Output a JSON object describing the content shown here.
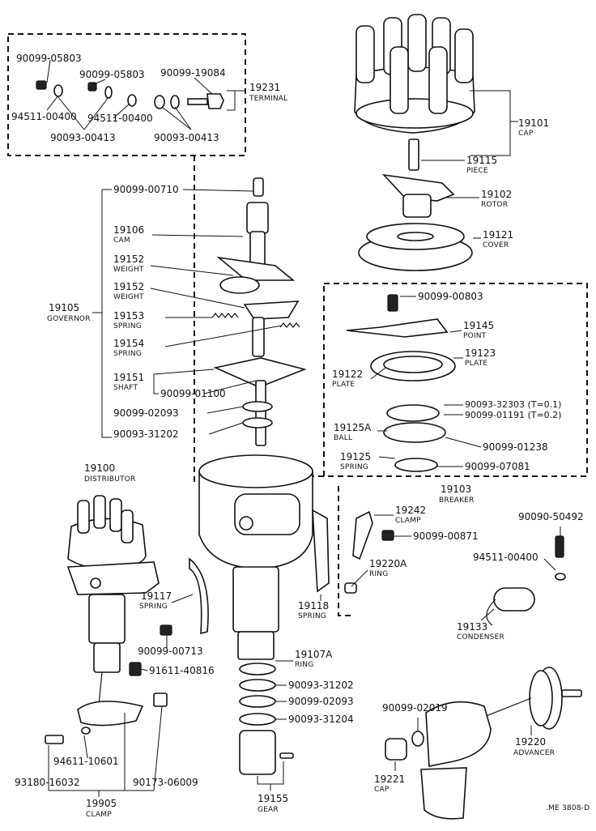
{
  "diagram": {
    "ref_code": ".ME 3808-D",
    "labels": {
      "terminal": {
        "num": "19231",
        "name": "TERMINAL"
      },
      "cap": {
        "num": "19101",
        "name": "CAP"
      },
      "piece": {
        "num": "19115",
        "name": "PIECE"
      },
      "rotor": {
        "num": "19102",
        "name": "ROTOR"
      },
      "cover": {
        "num": "19121",
        "name": "COVER"
      },
      "governor": {
        "num": "19105",
        "name": "GOVERNOR"
      },
      "cam": {
        "num": "19106",
        "name": "CAM"
      },
      "weight1": {
        "num": "19152",
        "name": "WEIGHT"
      },
      "weight2": {
        "num": "19152",
        "name": "WEIGHT"
      },
      "spring1": {
        "num": "19153",
        "name": "SPRING"
      },
      "spring2": {
        "num": "19154",
        "name": "SPRING"
      },
      "shaft": {
        "num": "19151",
        "name": "SHAFT"
      },
      "point": {
        "num": "19145",
        "name": "POINT"
      },
      "plate1": {
        "num": "19123",
        "name": "PLATE"
      },
      "plate2": {
        "num": "19122",
        "name": "PLATE"
      },
      "ball": {
        "num": "19125A",
        "name": "BALL"
      },
      "spring3": {
        "num": "19125",
        "name": "SPRING"
      },
      "breaker": {
        "num": "19103",
        "name": "BREAKER"
      },
      "distributor": {
        "num": "19100",
        "name": "DISTRIBUTOR"
      },
      "clamp1": {
        "num": "19242",
        "name": "CLAMP"
      },
      "ring1": {
        "num": "19220A",
        "name": "RING"
      },
      "spring4": {
        "num": "19117",
        "name": "SPRING"
      },
      "spring5": {
        "num": "19118",
        "name": "SPRING"
      },
      "condenser": {
        "num": "19133",
        "name": "CONDENSER"
      },
      "ring2": {
        "num": "19107A",
        "name": "RING"
      },
      "advancer": {
        "num": "19220",
        "name": "ADVANCER"
      },
      "cap2": {
        "num": "19221",
        "name": "CAP"
      },
      "clamp2": {
        "num": "19905",
        "name": "CLAMP"
      },
      "gear": {
        "num": "19155",
        "name": "GEAR"
      }
    },
    "parts": {
      "p_90099_05803a": "90099-05803",
      "p_90099_05803b": "90099-05803",
      "p_90099_19084": "90099-19084",
      "p_94511_00400a": "94511-00400",
      "p_94511_00400b": "94511-00400",
      "p_90093_00413a": "90093-00413",
      "p_90093_00413b": "90093-00413",
      "p_90099_00710": "90099-00710",
      "p_90099_01100": "90099-01100",
      "p_90099_02093a": "90099-02093",
      "p_90093_31202a": "90093-31202",
      "p_90099_00803": "90099-00803",
      "p_90093_32303": "90093-32303 (T=0.1)",
      "p_90099_01191": "90099-01191 (T=0.2)",
      "p_90099_01238": "90099-01238",
      "p_90099_07081": "90099-07081",
      "p_90099_00871": "90099-00871",
      "p_90090_50492": "90090-50492",
      "p_94511_00400c": "94511-00400",
      "p_90099_00713": "90099-00713",
      "p_91611_40816": "91611-40816",
      "p_90093_31202b": "90093-31202",
      "p_90099_02093b": "90099-02093",
      "p_90093_31204": "90093-31204",
      "p_90099_02019": "90099-02019",
      "p_94611_10601": "94611-10601",
      "p_93180_16032": "93180-16032",
      "p_90173_06009": "90173-06009"
    }
  }
}
